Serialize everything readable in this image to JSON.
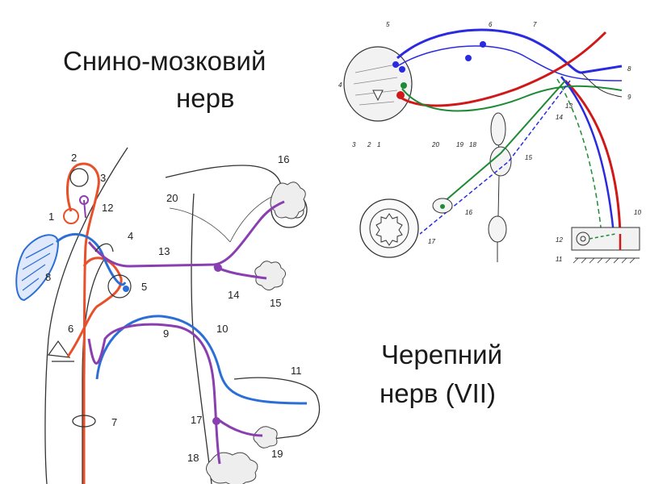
{
  "titles": {
    "spinal_line1": "Снино-мозковий",
    "spinal_line2": "нерв  ",
    "cranial_line1": "Черепний",
    "cranial_line2": "нерв (VII)"
  },
  "left_labels": [
    "1",
    "2",
    "3",
    "4",
    "5",
    "6",
    "7",
    "8",
    "9",
    "10",
    "11",
    "12",
    "13",
    "14",
    "15",
    "16",
    "17",
    "18",
    "19",
    "20"
  ],
  "right_labels": [
    "1",
    "2",
    "3",
    "4",
    "5",
    "6",
    "7",
    "8",
    "9",
    "10",
    "11",
    "12",
    "13",
    "14",
    "15",
    "16",
    "17",
    "18",
    "19",
    "20"
  ],
  "colors": {
    "sensory": "#2b6fd6",
    "motor": "#e8502a",
    "autonomic": "#8a3fb0",
    "green": "#1f8a35",
    "red": "#d01818",
    "blue": "#2a2ae0"
  }
}
